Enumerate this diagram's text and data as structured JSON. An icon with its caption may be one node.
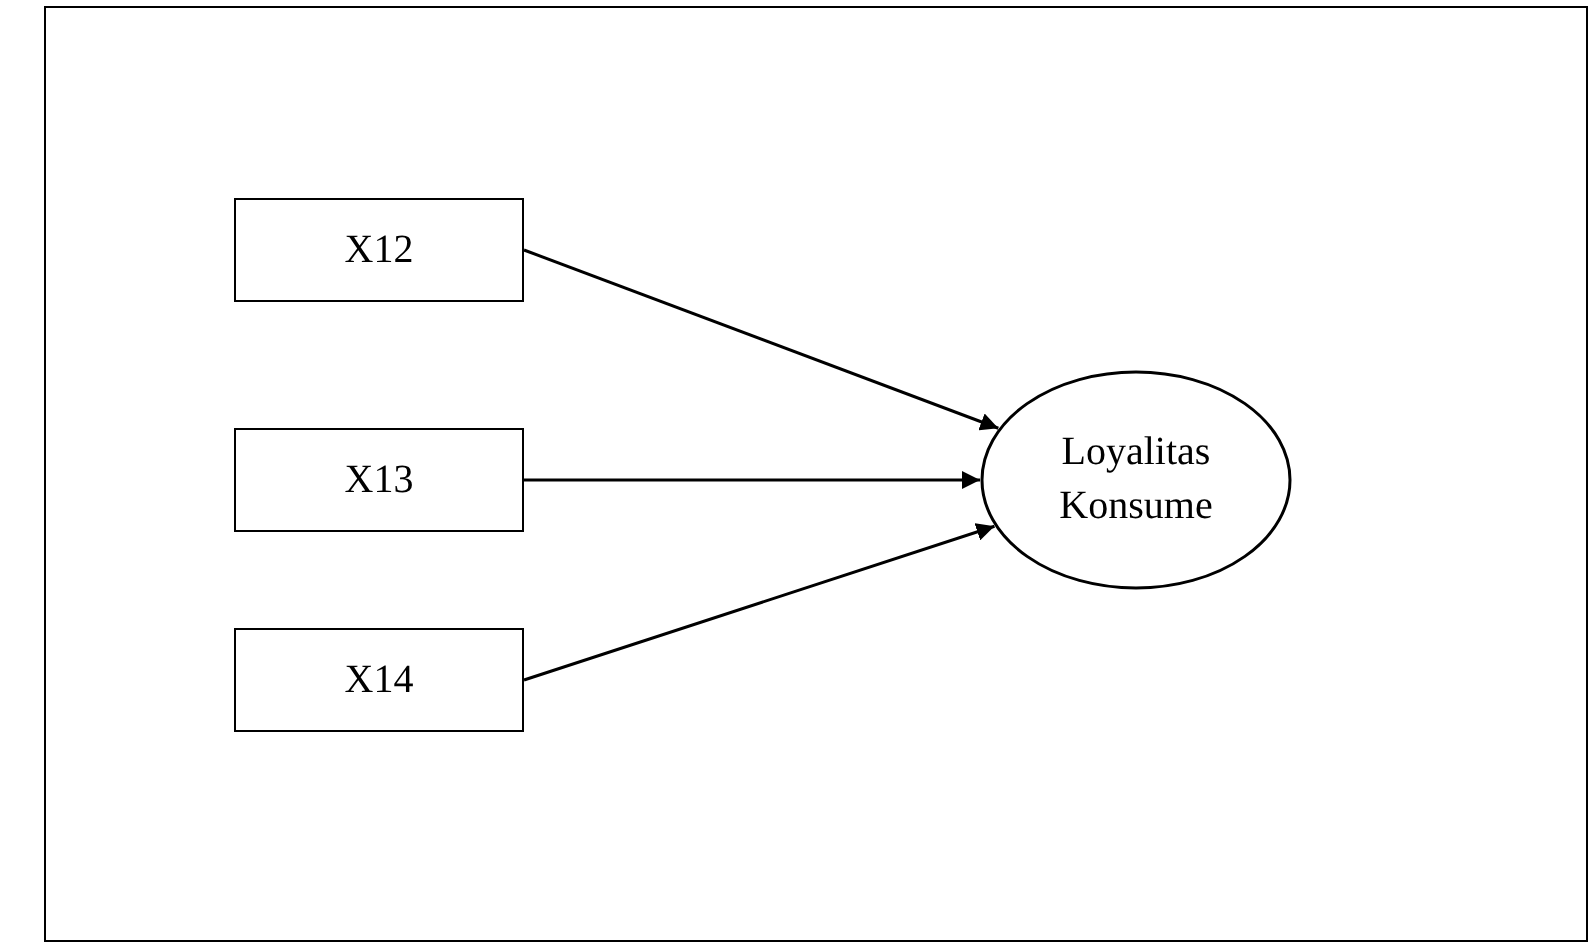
{
  "diagram": {
    "nodes": [
      {
        "text": [
          "X12"
        ]
      },
      {
        "text": [
          "X13"
        ]
      },
      {
        "text": [
          "X14"
        ]
      },
      {
        "text": [
          "Loyalitas Konsume"
        ]
      }
    ],
    "edges": [
      {
        "from": 0,
        "to": 3,
        "arrow": "to"
      },
      {
        "from": 1,
        "to": 3,
        "arrow": "to"
      },
      {
        "from": 2,
        "to": 3,
        "arrow": "to"
      }
    ]
  }
}
